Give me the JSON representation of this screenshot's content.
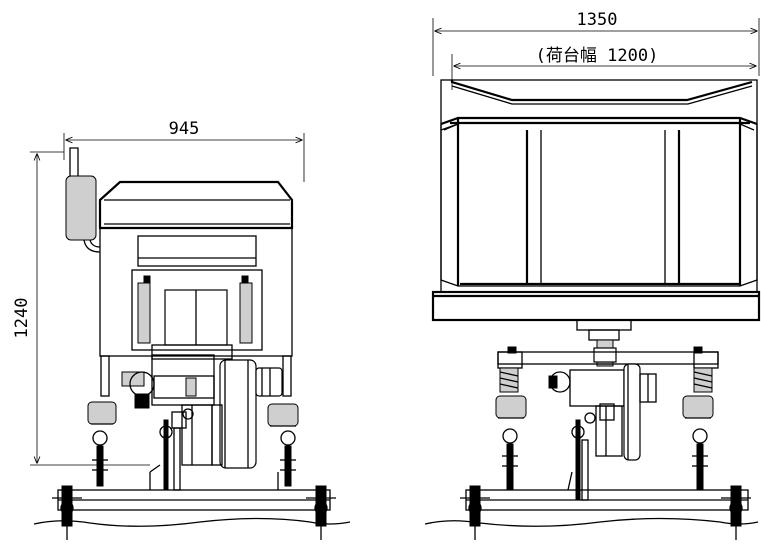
{
  "dimensions": {
    "side_width": "945",
    "side_height": "1240",
    "front_width": "1350",
    "bed_width_label": "(荷台幅 1200)"
  }
}
